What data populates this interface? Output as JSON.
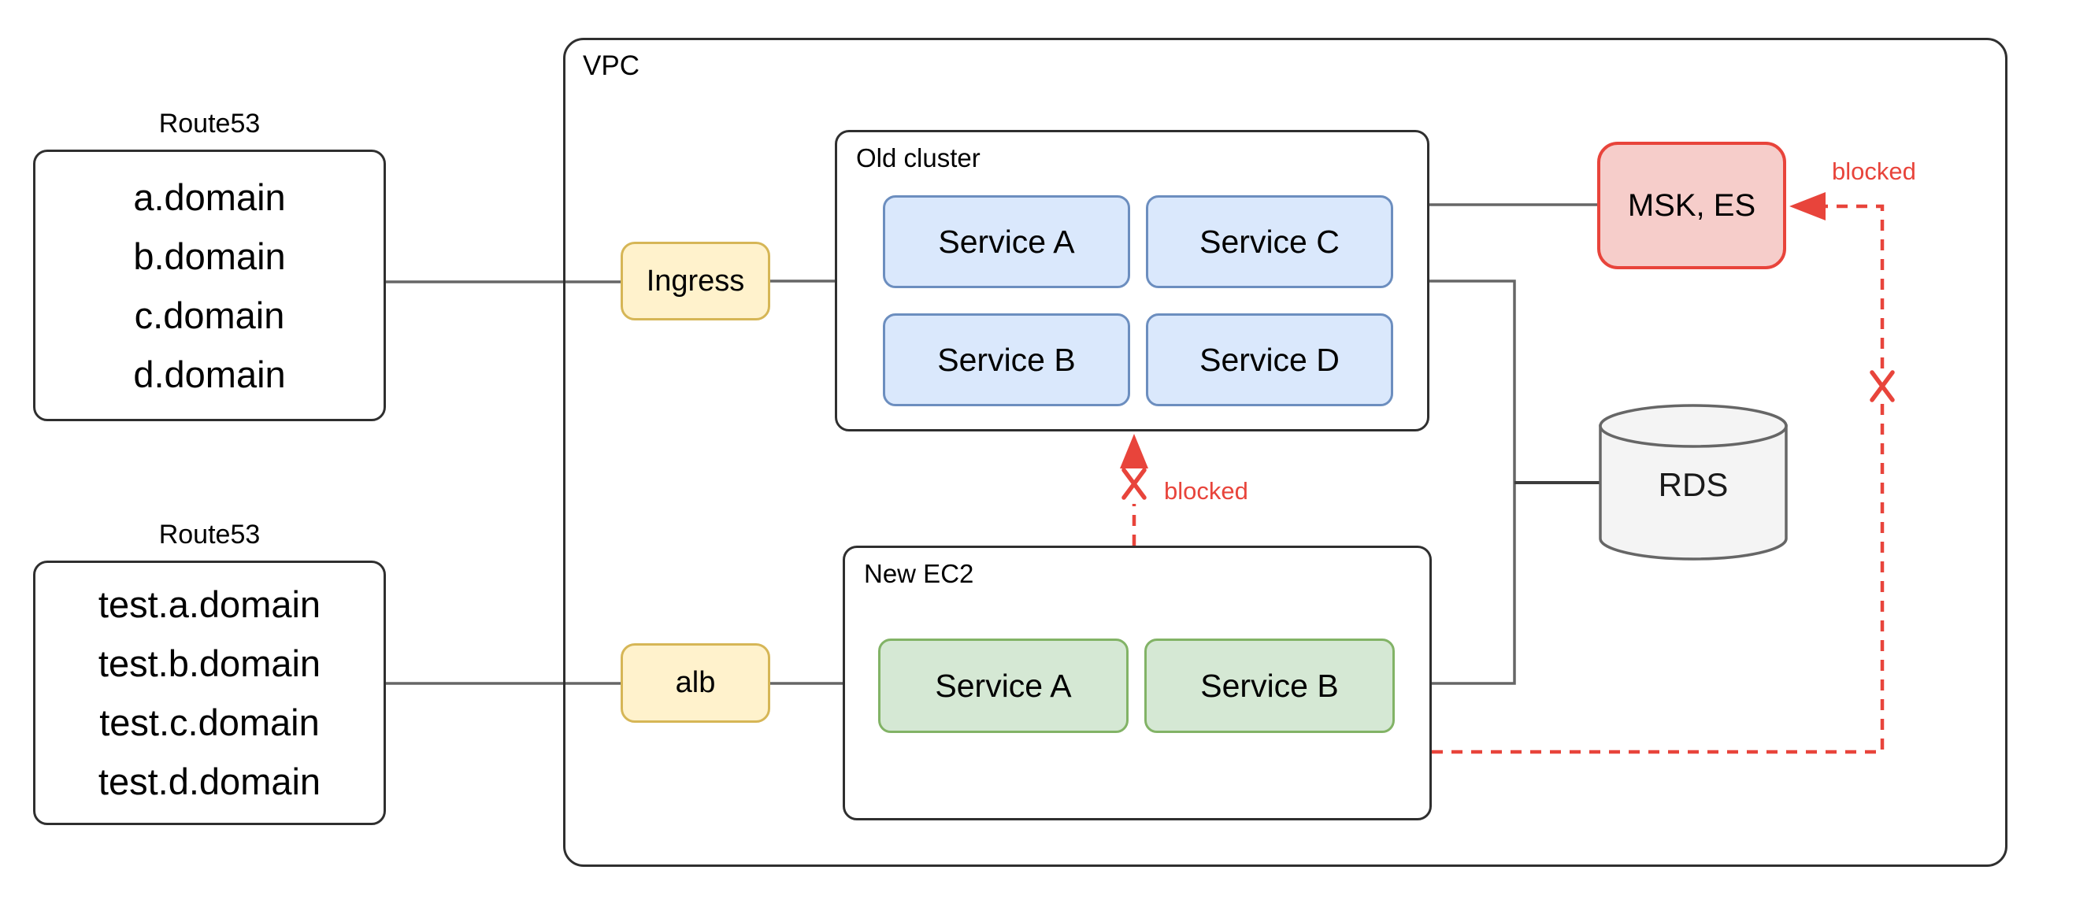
{
  "diagram": {
    "route53_top": {
      "title": "Route53",
      "domains": [
        "a.domain",
        "b.domain",
        "c.domain",
        "d.domain"
      ]
    },
    "route53_bottom": {
      "title": "Route53",
      "domains": [
        "test.a.domain",
        "test.b.domain",
        "test.c.domain",
        "test.d.domain"
      ]
    },
    "vpc_label": "VPC",
    "ingress_label": "Ingress",
    "alb_label": "alb",
    "old_cluster": {
      "label": "Old cluster",
      "services": [
        "Service A",
        "Service C",
        "Service B",
        "Service D"
      ]
    },
    "new_ec2": {
      "label": "New EC2",
      "services": [
        "Service A",
        "Service B"
      ]
    },
    "msk_es_label": "MSK, ES",
    "rds_label": "RDS",
    "blocked_label_top": "blocked",
    "blocked_label_right": "blocked"
  },
  "colors": {
    "border_dark": "#2f2f2f",
    "line_gray": "#666666",
    "line_dark": "#3d3d3d",
    "service_blue_fill": "#dae8fc",
    "service_blue_border": "#6c8ebf",
    "service_green_fill": "#d5e8d4",
    "service_green_border": "#82b366",
    "gateway_yellow_fill": "#fff2cc",
    "gateway_yellow_border": "#d6b656",
    "msk_fill": "#f6cdca",
    "blocked_red": "#e8443b",
    "rds_fill": "#f4f4f4"
  }
}
